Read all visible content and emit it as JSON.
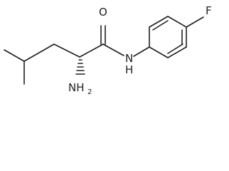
{
  "structure": {
    "atoms": {
      "oxygen": "O",
      "nitrogen_amide": "N",
      "hydrogen_amide": "H",
      "fluorine": "F",
      "amino_nitrogen_hydrogen": "NH",
      "amino_subscript": "2"
    },
    "colors": {
      "ink": "#202020",
      "background": "#ffffff"
    }
  }
}
